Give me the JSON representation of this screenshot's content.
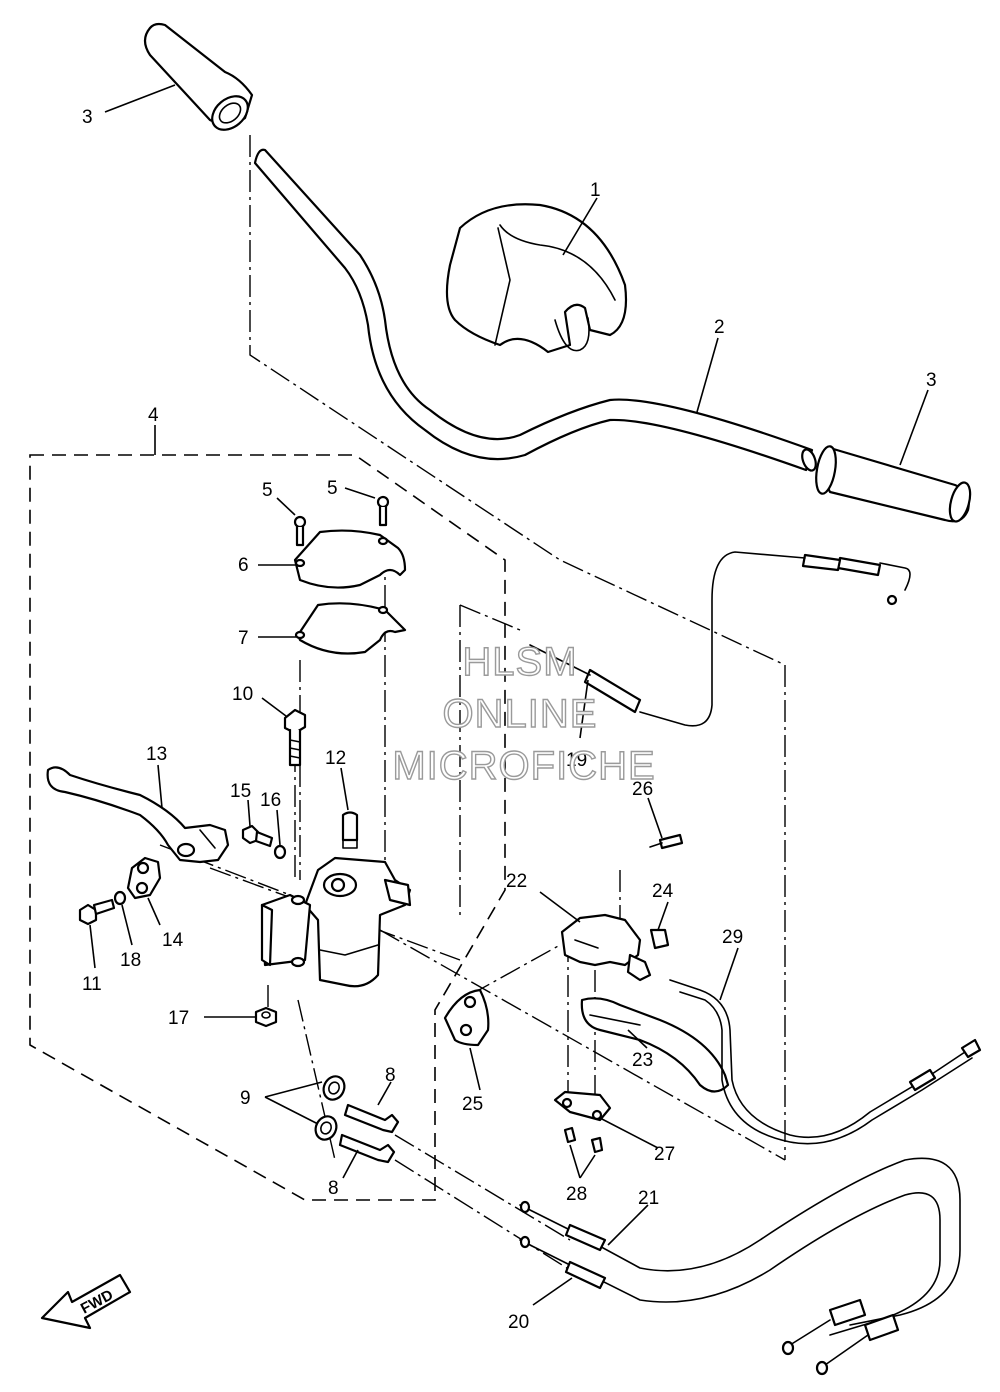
{
  "diagram": {
    "callouts": {
      "c1": "1",
      "c2": "2",
      "c3a": "3",
      "c3b": "3",
      "c4": "4",
      "c5a": "5",
      "c5b": "5",
      "c6": "6",
      "c7": "7",
      "c8a": "8",
      "c8b": "8",
      "c9": "9",
      "c10": "10",
      "c11": "11",
      "c12": "12",
      "c13": "13",
      "c14": "14",
      "c15": "15",
      "c16": "16",
      "c17": "17",
      "c18": "18",
      "c19": "19",
      "c20": "20",
      "c21": "21",
      "c22": "22",
      "c23": "23",
      "c24": "24",
      "c25": "25",
      "c26": "26",
      "c27": "27",
      "c28": "28",
      "c29": "29"
    },
    "watermark": {
      "line1": "HLSM",
      "line2": "ONLINE",
      "line3": "MICROFICHE"
    },
    "direction_marker": "FWD"
  }
}
